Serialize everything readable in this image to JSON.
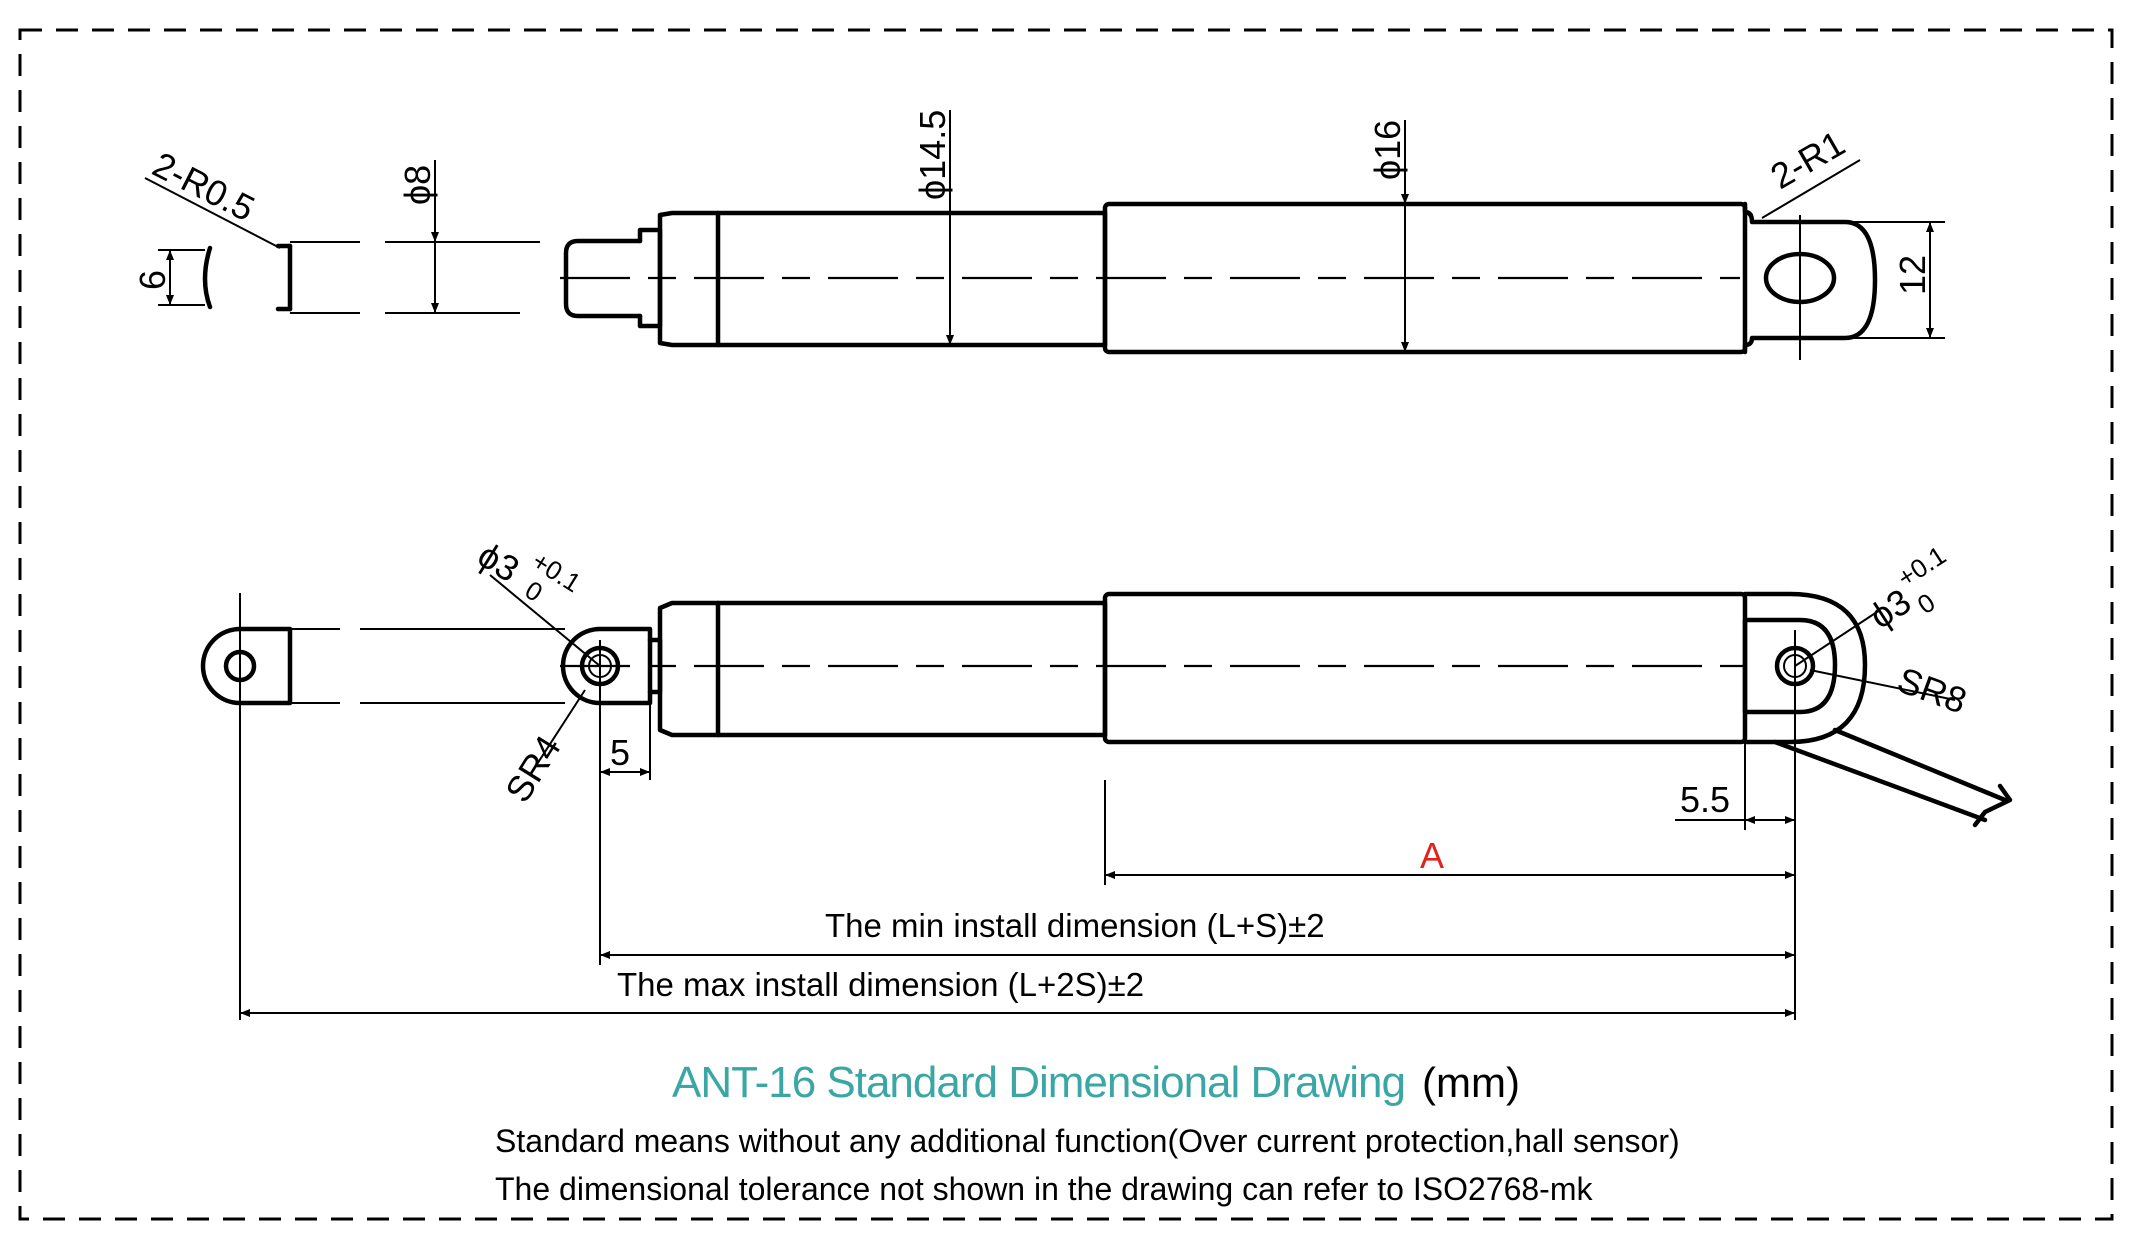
{
  "colors": {
    "title_accent": "#3aa7a5",
    "dimension_A": "#e0231c",
    "line": "#000000"
  },
  "top_view": {
    "dim_width_tip": "6",
    "dim_corner_radius_tip": "2-R0.5",
    "dim_rod_diameter": "ϕ8",
    "dim_tube_diameter": "ϕ14.5",
    "dim_body_diameter": "ϕ16",
    "dim_corner_radius_end": "2-R1",
    "dim_end_width": "12"
  },
  "bottom_view": {
    "hole_left_main": "ϕ3",
    "hole_left_sup": "+0.1",
    "hole_left_sub": "0",
    "sphere_left": "SR4",
    "offset_left": "5",
    "hole_right_main": "ϕ3",
    "hole_right_sup": "+0.1",
    "hole_right_sub": "0",
    "sphere_right": "SR8",
    "offset_right": "5.5",
    "dim_A": "A",
    "min_install": "The min install dimension (L+S)±2",
    "max_install": "The max install dimension (L+2S)±2"
  },
  "caption": {
    "title": "ANT-16 Standard Dimensional Drawing",
    "unit": "(mm)",
    "note_1": "Standard means without any additional function(Over current protection,hall sensor)",
    "note_2": "The dimensional tolerance not shown in the drawing can refer to ISO2768-mk"
  }
}
